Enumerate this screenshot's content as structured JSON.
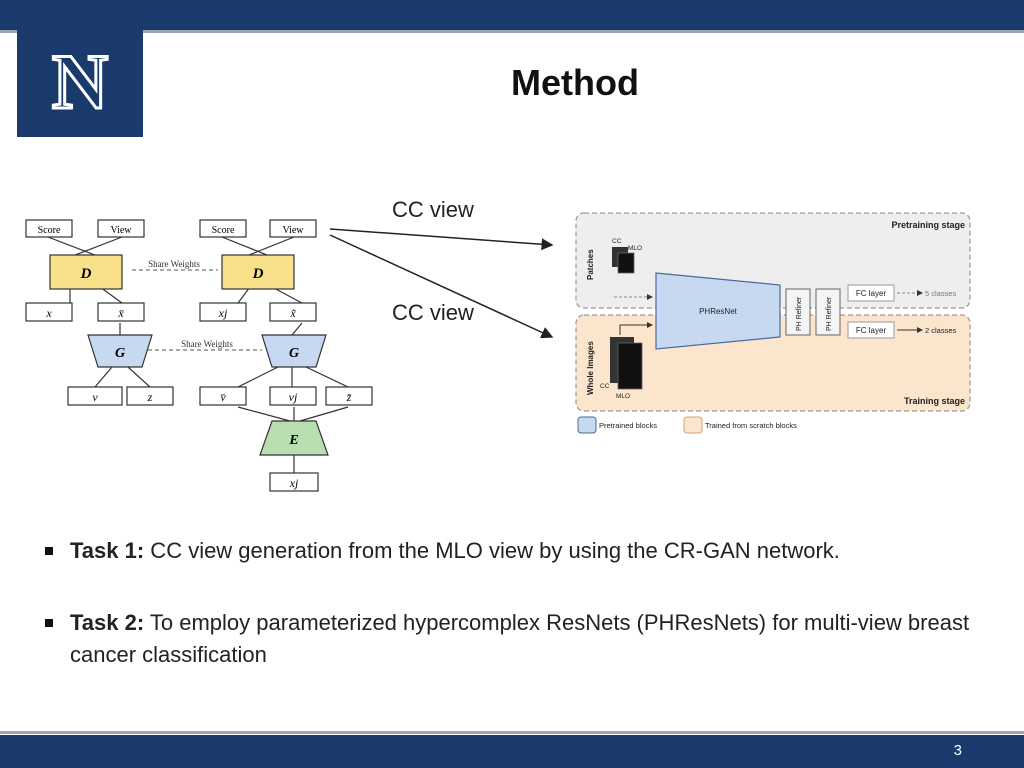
{
  "slide": {
    "title": "Method",
    "page_number": "3",
    "logo_letter": "N"
  },
  "bullets": [
    {
      "label": "Task 1:",
      "text": " CC view generation from the MLO view by using the CR-GAN network."
    },
    {
      "label": "Task 2:",
      "text": " To employ parameterized hypercomplex ResNets (PHResNets) for multi-view breast cancer classification"
    }
  ],
  "diagram": {
    "crgan": {
      "score": "Score",
      "view": "View",
      "d": "D",
      "g": "G",
      "e": "E",
      "share_weights": "Share Weights",
      "x": "x",
      "x_hat": "x̄",
      "x_j": "xj",
      "x_tilde": "x̃",
      "v": "v",
      "z": "z",
      "v_bar": "v̄",
      "v_j": "vj",
      "z_bar": "z̄",
      "x_j_in": "xj"
    },
    "cc_view_label": "CC view",
    "phresnet": {
      "pretraining_stage": "Pretraining stage",
      "training_stage": "Training stage",
      "patches": "Patches",
      "whole_images": "Whole Images",
      "cc": "CC",
      "mlo": "MLO",
      "phresnet": "PHResNet",
      "ph_refiner": "PH Refiner",
      "fc_layer": "FC layer",
      "five_classes": "5 classes",
      "two_classes": "2 classes",
      "legend_pretrained": "Pretrained blocks",
      "legend_scratch": "Trained from scratch blocks"
    }
  },
  "colors": {
    "navy": "#1a3a6b",
    "d_yellow": "#f8df8a",
    "g_blue": "#c6d9f1",
    "e_green": "#b9deb0",
    "pretrain_bg": "#eeeeee",
    "train_bg": "#fbe5cc"
  }
}
